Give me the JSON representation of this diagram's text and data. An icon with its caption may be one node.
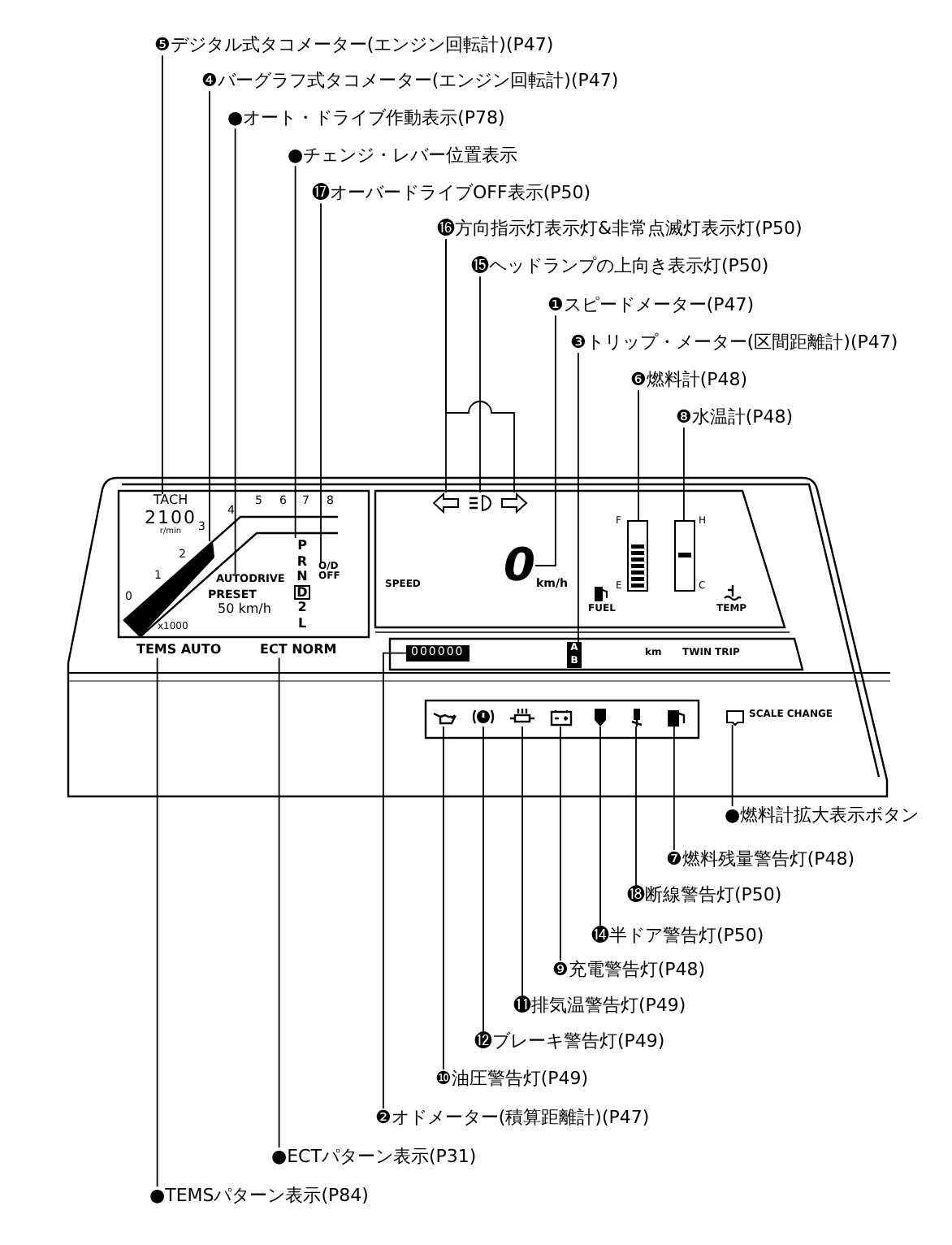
{
  "diagram": {
    "nodes": [
      {
        "text": [
          "❺デジタル式タコメーター(エンジン回転計)(P47)"
        ]
      },
      {
        "text": [
          "❹バーグラフ式タコメーター(エンジン回転計)(P47)"
        ]
      },
      {
        "text": [
          "●オート・ドライブ作動表示(P78)"
        ]
      },
      {
        "text": [
          "●チェンジ・レバー位置表示"
        ]
      },
      {
        "text": [
          "⓱オーバードライブOFF表示(P50)"
        ]
      },
      {
        "text": [
          "⓰方向指示灯表示灯&非常点滅灯表示灯(P50)"
        ]
      },
      {
        "text": [
          "⓯ヘッドランプの上向き表示灯(P50)"
        ]
      },
      {
        "text": [
          "❶スピードメーター(P47)"
        ]
      },
      {
        "text": [
          "❸トリップ・メーター(区間距離計)(P47)"
        ]
      },
      {
        "text": [
          "❻燃料計(P48)"
        ]
      },
      {
        "text": [
          "❽水温計(P48)"
        ]
      },
      {
        "text": [
          "●燃料計拡大表示ボタン"
        ]
      },
      {
        "text": [
          "❼燃料残量警告灯(P48)"
        ]
      },
      {
        "text": [
          "⓲断線警告灯(P50)"
        ]
      },
      {
        "text": [
          "⓮半ドア警告灯(P50)"
        ]
      },
      {
        "text": [
          "❾充電警告灯(P48)"
        ]
      },
      {
        "text": [
          "⓫排気温警告灯(P49)"
        ]
      },
      {
        "text": [
          "⓬ブレーキ警告灯(P49)"
        ]
      },
      {
        "text": [
          "❿油圧警告灯(P49)"
        ]
      },
      {
        "text": [
          "❷オドメーター(積算距離計)(P47)"
        ]
      },
      {
        "text": [
          "●ECTパターン表示(P31)"
        ]
      },
      {
        "text": [
          "●TEMSパターン表示(P84)"
        ]
      },
      {
        "text": [
          "TACH",
          "2100",
          "r/min"
        ]
      },
      {
        "text": [],
        "shape": "bar"
      },
      {
        "text": [
          "AUTODRIVE"
        ]
      },
      {
        "text": [
          "P",
          "R",
          "N",
          "D",
          "2",
          "L"
        ]
      },
      {
        "text": [
          "O/D OFF"
        ]
      },
      {
        "text": [],
        "shape": "arrow"
      },
      {
        "text": [],
        "shape": "lamp"
      },
      {
        "text": [],
        "shape": "arrow"
      },
      {
        "text": [
          "0"
        ]
      },
      {
        "text": [
          "A",
          "B"
        ]
      },
      {
        "text": [],
        "shape": "bar",
        "beside": [
          "F",
          "E"
        ]
      },
      {
        "text": [],
        "shape": "bar",
        "beside": [
          "H",
          "C"
        ]
      },
      {
        "text": [],
        "shape": "box"
      },
      {
        "text": [],
        "shape": "icon"
      },
      {
        "text": [],
        "shape": "icon"
      },
      {
        "text": [],
        "shape": "icon"
      },
      {
        "text": [],
        "shape": "icon"
      },
      {
        "text": [],
        "shape": "icon"
      },
      {
        "text": [],
        "shape": "icon"
      },
      {
        "text": [],
        "shape": "icon"
      },
      {
        "text": [
          "000000"
        ]
      },
      {
        "text": [
          "ECT NORM"
        ]
      },
      {
        "text": [
          "TEMS AUTO"
        ]
      }
    ],
    "edges": [
      {
        "from": 0,
        "to": 22,
        "arrow": "none"
      },
      {
        "from": 1,
        "to": 23,
        "arrow": "none"
      },
      {
        "from": 2,
        "to": 24,
        "arrow": "none"
      },
      {
        "from": 3,
        "to": 25,
        "arrow": "none"
      },
      {
        "from": 4,
        "to": 26,
        "arrow": "none"
      },
      {
        "from": 5,
        "to": 27,
        "arrow": "none"
      },
      {
        "from": 5,
        "to": 29,
        "arrow": "none"
      },
      {
        "from": 6,
        "to": 28,
        "arrow": "none"
      },
      {
        "from": 7,
        "to": 30,
        "arrow": "none"
      },
      {
        "from": 8,
        "to": 31,
        "arrow": "none"
      },
      {
        "from": 9,
        "to": 32,
        "arrow": "none"
      },
      {
        "from": 10,
        "to": 33,
        "arrow": "none"
      },
      {
        "from": 11,
        "to": 34,
        "arrow": "none"
      },
      {
        "from": 12,
        "to": 41,
        "arrow": "none"
      },
      {
        "from": 13,
        "to": 40,
        "arrow": "none"
      },
      {
        "from": 14,
        "to": 39,
        "arrow": "none"
      },
      {
        "from": 15,
        "to": 38,
        "arrow": "none"
      },
      {
        "from": 16,
        "to": 37,
        "arrow": "none"
      },
      {
        "from": 17,
        "to": 36,
        "arrow": "none"
      },
      {
        "from": 18,
        "to": 35,
        "arrow": "none"
      },
      {
        "from": 19,
        "to": 42,
        "arrow": "none"
      },
      {
        "from": 20,
        "to": 43,
        "arrow": "none"
      },
      {
        "from": 21,
        "to": 44,
        "arrow": "none"
      }
    ],
    "labels": [
      "0",
      "1",
      "2",
      "3",
      "4",
      "5",
      "6",
      "7",
      "8",
      "x1000",
      "PRESET",
      "50 km/h",
      "SPEED",
      "km/h",
      "FUEL",
      "TEMP",
      "km",
      "TWIN TRIP",
      "SCALE CHANGE"
    ]
  }
}
